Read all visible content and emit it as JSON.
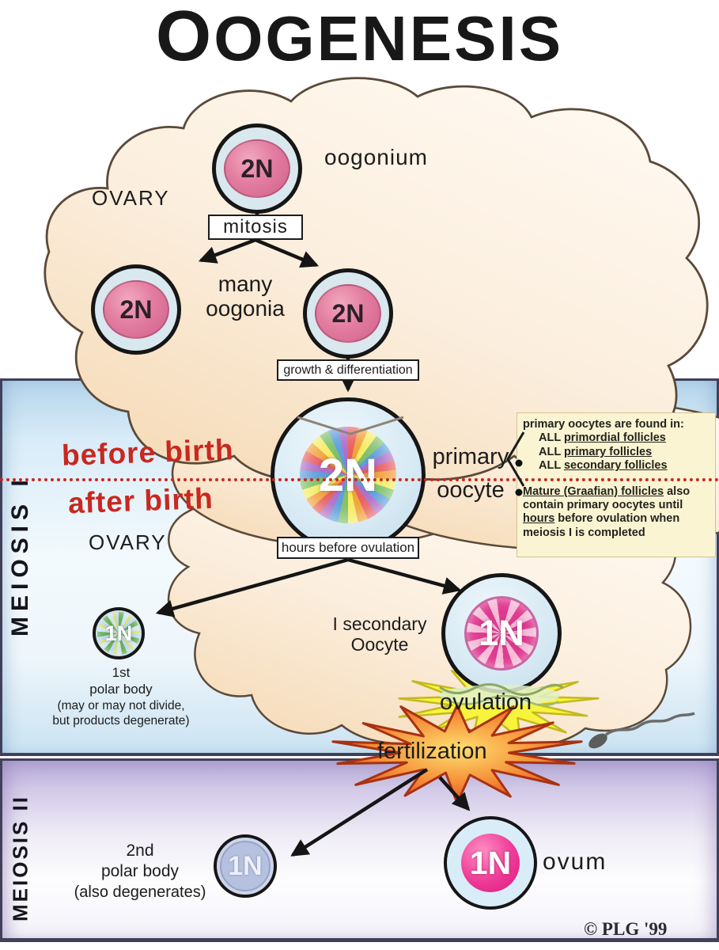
{
  "title": "OOGENESIS",
  "copyright": "© PLG '99",
  "sections": {
    "meiosis1_label": "MEIOSIS I",
    "meiosis2_label": "MEIOSIS II",
    "before_birth": "before birth",
    "after_birth": "after birth"
  },
  "labels": {
    "ovary_top": "OVARY",
    "ovary_mid": "OVARY",
    "oogonium": "oogonium",
    "mitosis": "mitosis",
    "many_oogonia_line1": "many",
    "many_oogonia_line2": "oogonia",
    "growth": "growth & differentiation",
    "primary_oocyte_line1": "primary",
    "primary_oocyte_line2": "oocyte",
    "hours_before_ovulation": "hours before ovulation",
    "first_polar_line1": "1st",
    "first_polar_line2": "polar body",
    "first_polar_line3": "(may or may not divide,",
    "first_polar_line4": "but products degenerate)",
    "secondary_oocyte_line1": "I secondary",
    "secondary_oocyte_line2": "Oocyte",
    "ovulation": "ovulation",
    "fertilization": "fertilization",
    "second_polar_line1": "2nd",
    "second_polar_line2": "polar body",
    "second_polar_line3": "(also degenerates)",
    "ovum": "ovum"
  },
  "cells": {
    "oogonium": "2N",
    "oogonia_left": "2N",
    "oogonia_right": "2N",
    "primary_oocyte": "2N",
    "first_polar_body": "1N",
    "secondary_oocyte": "1N",
    "second_polar_body": "1N",
    "ovum": "1N"
  },
  "note": {
    "intro": "primary oocytes are found in:",
    "items": [
      {
        "prefix": "ALL ",
        "underlined": "primordial follicles"
      },
      {
        "prefix": "ALL ",
        "underlined": "primary follicles"
      },
      {
        "prefix": "ALL ",
        "underlined": "secondary follicles"
      }
    ],
    "para2": [
      {
        "text": "Mature (Graafian) follicles"
      },
      {
        "text": " also contain primary oocytes until "
      },
      {
        "text": "hours"
      },
      {
        "text": " before ovulation when meiosis I is completed"
      }
    ]
  },
  "colors": {
    "accent_red": "#c82820",
    "burst_yellow": "#f8f43e",
    "burst_orange_edge": "#a83212",
    "cloud_fill": "#f6d9b4",
    "band_blue": "#b4d4ea",
    "band_purple": "#b2a5d3"
  }
}
